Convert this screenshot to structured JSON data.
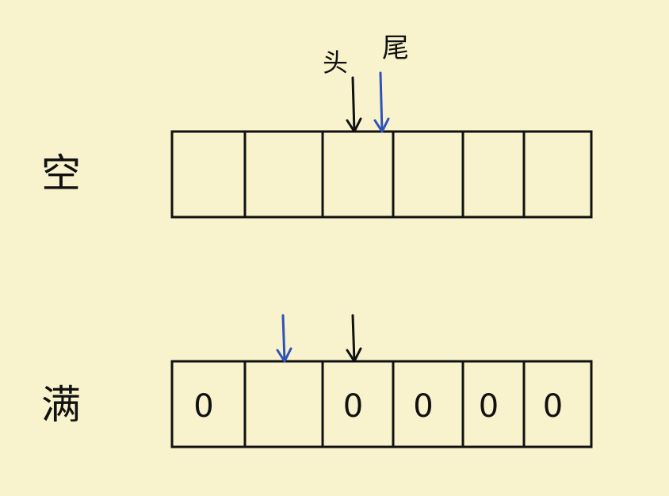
{
  "colors": {
    "background": "#F8F3CC",
    "ink": "#111111",
    "tail_ink": "#2F52B8"
  },
  "labels": {
    "head": "头",
    "tail": "尾"
  },
  "queues": [
    {
      "state_label": "空",
      "cells": [
        "",
        "",
        "",
        "",
        "",
        ""
      ],
      "head_index": 2,
      "tail_index": 3
    },
    {
      "state_label": "满",
      "cells": [
        "0",
        "",
        "0",
        "0",
        "0",
        "0"
      ],
      "head_index": 2,
      "tail_index": 1
    }
  ]
}
